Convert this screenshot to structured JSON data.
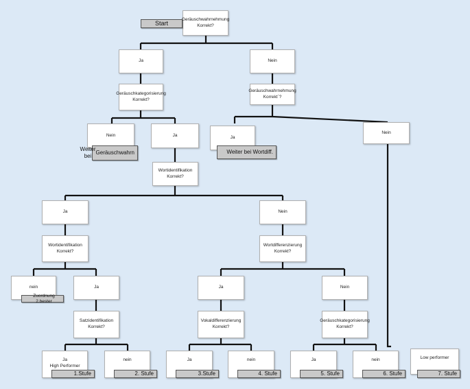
{
  "nodes": {
    "n_root": [
      "Geräuschwahrnehmung",
      "Korrekt?"
    ],
    "n_ja1": [
      "Ja"
    ],
    "n_nein1": [
      "Nein"
    ],
    "n_gk1": [
      "Geräuschkategorisierung",
      "Korrekt?"
    ],
    "n_gw2": [
      "Geräuschwahrnehmung",
      "Korrekt´?"
    ],
    "n_nein2": [
      "Nein"
    ],
    "n_ja2": [
      "Ja"
    ],
    "n_ja3": [
      "Ja"
    ],
    "n_nein3": [
      "Nein"
    ],
    "n_wi1": [
      "Wortidentifikation",
      "Korrekt?"
    ],
    "n_ja4": [
      "Ja"
    ],
    "n_nein4": [
      "Nein"
    ],
    "n_wi2": [
      "Wortidentifikation",
      "Korrekt?"
    ],
    "n_wd": [
      "Wortdifferenzierung",
      "Korrekt?"
    ],
    "n_nein5": [
      "nein"
    ],
    "n_ja5": [
      "Ja"
    ],
    "n_ja6": [
      "Ja"
    ],
    "n_nein6": [
      "Nein"
    ],
    "n_si": [
      "Satzidentifikation",
      "Korrekt?"
    ],
    "n_vd": [
      "Vokaldifferenzierung",
      "Korrekt?"
    ],
    "n_gk2": [
      "Geräuschkategorisierung",
      "Korrekt?"
    ],
    "n_l1": [
      "Ja",
      "High Performer"
    ],
    "n_l2": [
      "nein"
    ],
    "n_l3": [
      "Ja"
    ],
    "n_l4": [
      "nein"
    ],
    "n_l5": [
      "Ja"
    ],
    "n_l6": [
      "nein"
    ],
    "n_l7": [
      "Low performer"
    ]
  },
  "tags": {
    "t_start": [
      "Start"
    ],
    "t_weiter1": [
      "Weiter bei",
      "Geräuschwahrn"
    ],
    "t_weiter2": [
      "Weiter bei Wortdiff."
    ],
    "t_zuordnung": [
      "Zuordnung 2.bester"
    ],
    "t_s1": [
      "1.Stufe"
    ],
    "t_s2": [
      "2. Stufe"
    ],
    "t_s3": [
      "3.Stufe"
    ],
    "t_s4": [
      "4. Stufe"
    ],
    "t_s5": [
      "5. Stufe"
    ],
    "t_s6": [
      "6. Stufe"
    ],
    "t_s7": [
      "7. Stufe"
    ]
  }
}
